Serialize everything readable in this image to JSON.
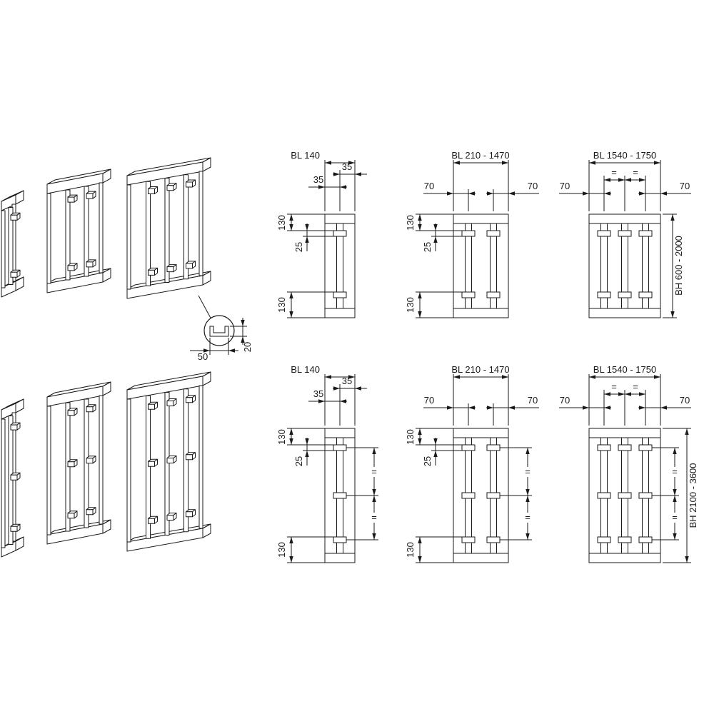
{
  "drawing": {
    "stroke_color": "#1a1a1a",
    "rows": [
      {
        "bh_label": "BH 600 - 2000",
        "panels": [
          {
            "title": "BL 140",
            "left_edge": "35",
            "right_edge": "35",
            "d_top": "130",
            "d_hook": "25",
            "d_bottom": "130"
          },
          {
            "title": "BL 210 - 1470",
            "left_edge": "70",
            "right_edge": "70",
            "d_top": "130",
            "d_hook": "25",
            "d_bottom": "130"
          },
          {
            "title": "BL 1540 - 1750",
            "left_edge": "70",
            "right_edge": "70",
            "top_equals": [
              "=",
              "="
            ]
          }
        ]
      },
      {
        "bh_label": "BH 2100 - 3600",
        "panels": [
          {
            "title": "BL 140",
            "left_edge": "35",
            "right_edge": "35",
            "d_top": "130",
            "d_hook": "25",
            "d_bottom": "130",
            "right_equals": [
              "=",
              "="
            ]
          },
          {
            "title": "BL 210 - 1470",
            "left_edge": "70",
            "right_edge": "70",
            "d_top": "130",
            "d_hook": "25",
            "d_bottom": "130",
            "right_equals": [
              "=",
              "="
            ]
          },
          {
            "title": "BL 1540 - 1750",
            "left_edge": "70",
            "right_edge": "70",
            "top_equals": [
              "=",
              "="
            ],
            "right_equals": [
              "=",
              "="
            ]
          }
        ]
      }
    ],
    "detail": {
      "width": "50",
      "depth": "20"
    }
  }
}
